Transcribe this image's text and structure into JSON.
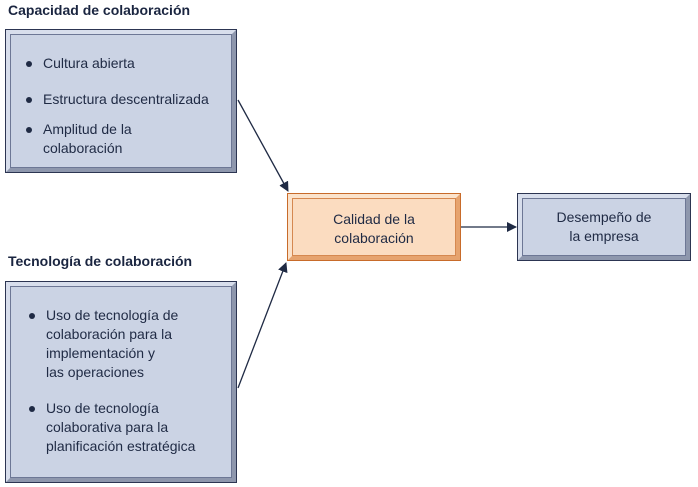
{
  "capacity": {
    "title": "Capacidad de colaboración",
    "items": [
      [
        "Cultura abierta"
      ],
      [
        "Estructura descentralizada"
      ],
      [
        "Amplitud de la",
        "colaboración"
      ]
    ]
  },
  "technology": {
    "title": "Tecnología de colaboración",
    "items": [
      [
        "Uso de tecnología de",
        "colaboración para la",
        "implementación y",
        "las operaciones"
      ],
      [
        "Uso de tecnología",
        "colaborativa para la",
        "planificación estratégica"
      ]
    ]
  },
  "quality": {
    "lines": [
      "Calidad de la",
      "colaboración"
    ]
  },
  "performance": {
    "lines": [
      "Desempeño de",
      "la empresa"
    ]
  },
  "colors": {
    "box_fill": "#cbd3e4",
    "box_border": "#2c3552",
    "highlight_fill": "#fbdcc0",
    "highlight_border": "#c86b2a",
    "arrow": "#1f2a44"
  }
}
